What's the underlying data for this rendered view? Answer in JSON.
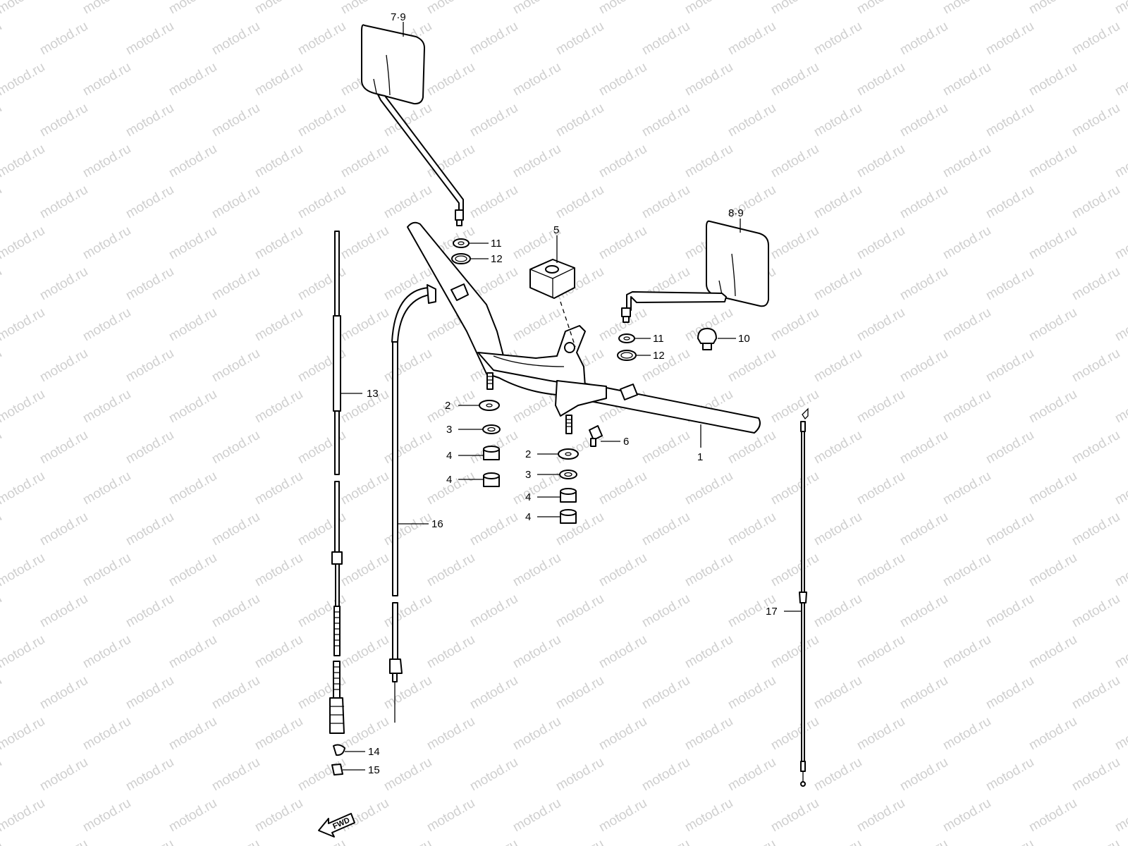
{
  "watermark": {
    "text": "motod.ru",
    "color": "#cfcfcf"
  },
  "fwd_label": "FWD",
  "callouts": {
    "c1": "1",
    "c2a": "2",
    "c2b": "2",
    "c3a": "3",
    "c3b": "3",
    "c4a": "4",
    "c4b": "4",
    "c4c": "4",
    "c4d": "4",
    "c5": "5",
    "c6": "6",
    "c79": "7·9",
    "c89": "8·9",
    "c10": "10",
    "c11a": "11",
    "c11b": "11",
    "c12a": "12",
    "c12b": "12",
    "c13": "13",
    "c14": "14",
    "c15": "15",
    "c16": "16",
    "c17": "17"
  }
}
